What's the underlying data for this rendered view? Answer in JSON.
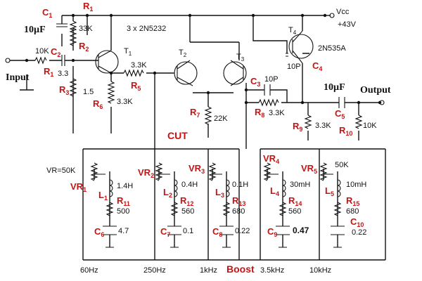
{
  "labels": {
    "c1": "C",
    "c1_sub": "1",
    "c1_val": "10µF",
    "r1t": "R",
    "r1t_sub": "1",
    "r1t_val": "33K",
    "c2": "C",
    "c2_sub": "2",
    "r2": "R",
    "r2_sub": "2",
    "r1b": "R",
    "r1b_sub": "1",
    "r1b_val": "10K",
    "r3": "R",
    "r3_sub": "3",
    "r3_val": "1.5",
    "v33": "3.3",
    "input": "Input",
    "t1": "T",
    "t1_sub": "1",
    "transistors": "3 x 2N5232",
    "r5": "R",
    "r5_sub": "5",
    "r5_val": "3.3K",
    "r6": "R",
    "r6_sub": "6",
    "r6_val": "3.3K",
    "t2": "T",
    "t2_sub": "2",
    "t3": "T",
    "t3_sub": "3",
    "r7": "R",
    "r7_sub": "7",
    "r7_val": "22K",
    "c3": "C",
    "c3_sub": "3",
    "c3_val": "10P",
    "r8": "R",
    "r8_sub": "8",
    "r8_val": "3.3K",
    "t4": "T",
    "t4_sub": "4",
    "t4_model": "2N535A",
    "c4": "C",
    "c4_sub": "4",
    "c4_val": "10P",
    "vcc": "Vcc",
    "vcc_val": "+43V",
    "c5_val": "10µF",
    "output": "Output",
    "c5": "C",
    "c5_sub": "5",
    "r9": "R",
    "r9_sub": "9",
    "r9_val": "3.3K",
    "r10": "R",
    "r10_sub": "10",
    "r10_val": "10K",
    "cut": "CUT",
    "boost": "Boost",
    "vr_eq": "VR=50K",
    "fifty_k": "50K",
    "vr1": "VR",
    "vr1_sub": "1",
    "l1a": "L",
    "l1a_sub": "1",
    "l1a_val": "1.4H",
    "r11": "R",
    "r11_sub": "11",
    "r11_val": "500",
    "c6": "C",
    "c6_sub": "6",
    "c6_val": "4.7",
    "vr2": "VR",
    "vr2_sub": "2",
    "l2": "L",
    "l2_sub": "2",
    "l2_val": "0.4H",
    "r12": "R",
    "r12_sub": "12",
    "r12_val": "560",
    "c7": "C",
    "c7_sub": "7",
    "c7_val": "0.1",
    "vr3": "VR",
    "vr3_sub": "3",
    "l3": "L",
    "l3_sub": "3",
    "l3_val": "0.1H",
    "r13": "R",
    "r13_sub": "13",
    "r13_val": "680",
    "c8": "C",
    "c8_sub": "8",
    "c8_val": "0.22",
    "vr4": "VR",
    "vr4_sub": "4",
    "l4": "L",
    "l4_sub": "4",
    "l4_val": "30mH",
    "r14": "R",
    "r14_sub": "14",
    "r14_val": "560",
    "c9": "C",
    "c9_sub": "9",
    "c9_val": "0.47",
    "vr5": "VR",
    "vr5_sub": "5",
    "l5": "L",
    "l5_sub": "5",
    "l5_val": "10mH",
    "r15": "R",
    "r15_sub": "15",
    "r15_val": "680",
    "c10": "C",
    "c10_sub": "10",
    "c10_val": "0.22",
    "f1": "60Hz",
    "f2": "250Hz",
    "f3": "1kHz",
    "f4": "3.5kHz",
    "f5": "10kHz"
  },
  "colors": {
    "label_red": "#cc1111",
    "ink": "#111111",
    "background": "#ffffff"
  }
}
